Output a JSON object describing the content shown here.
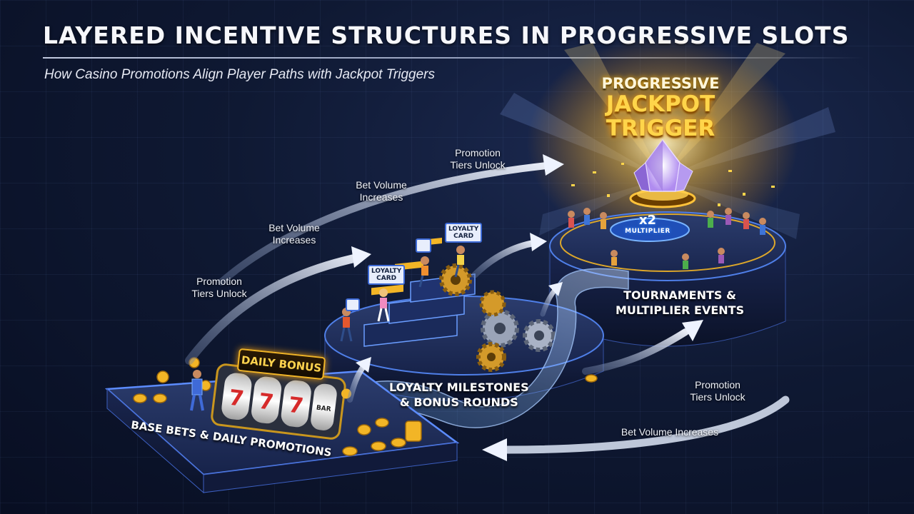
{
  "title": "LAYERED INCENTIVE STRUCTURES IN PROGRESSIVE SLOTS",
  "subtitle": "How Casino Promotions Align Player Paths with Jackpot Triggers",
  "jackpot": {
    "line1": "PROGRESSIVE",
    "line2": "JACKPOT",
    "line3": "TRIGGER"
  },
  "multiplier": {
    "value": "x2",
    "label": "MULTIPLIER"
  },
  "stages": {
    "base": "BASE BETS & DAILY PROMOTIONS",
    "loyalty_l1": "LOYALTY MILESTONES",
    "loyalty_l2": "& BONUS ROUNDS",
    "tournament_l1": "TOURNAMENTS &",
    "tournament_l2": "MULTIPLIER EVENTS"
  },
  "daily_bonus": "DAILY BONUS",
  "loyalty_card": {
    "line1": "LOYALTY",
    "line2": "CARD"
  },
  "slot_reels": [
    "7",
    "7",
    "7"
  ],
  "slot_bar": "BAR",
  "arrow_labels": {
    "promo_top_l1": "Promotion",
    "promo_top_l2": "Tiers Unlock",
    "bet_top_l1": "Bet Volume",
    "bet_top_l2": "Increases",
    "bet_mid_l1": "Bet Volume",
    "bet_mid_l2": "Increases",
    "promo_left_l1": "Promotion",
    "promo_left_l2": "Tiers Unlock",
    "promo_right_l1": "Promotion",
    "promo_right_l2": "Tiers Unlock",
    "bet_bottom": "Bet Volume Increases"
  },
  "colors": {
    "background": "#0b1430",
    "accent_gold": "#f2b526",
    "accent_blue": "#3d7dff",
    "arrow": "#dde6f7"
  }
}
